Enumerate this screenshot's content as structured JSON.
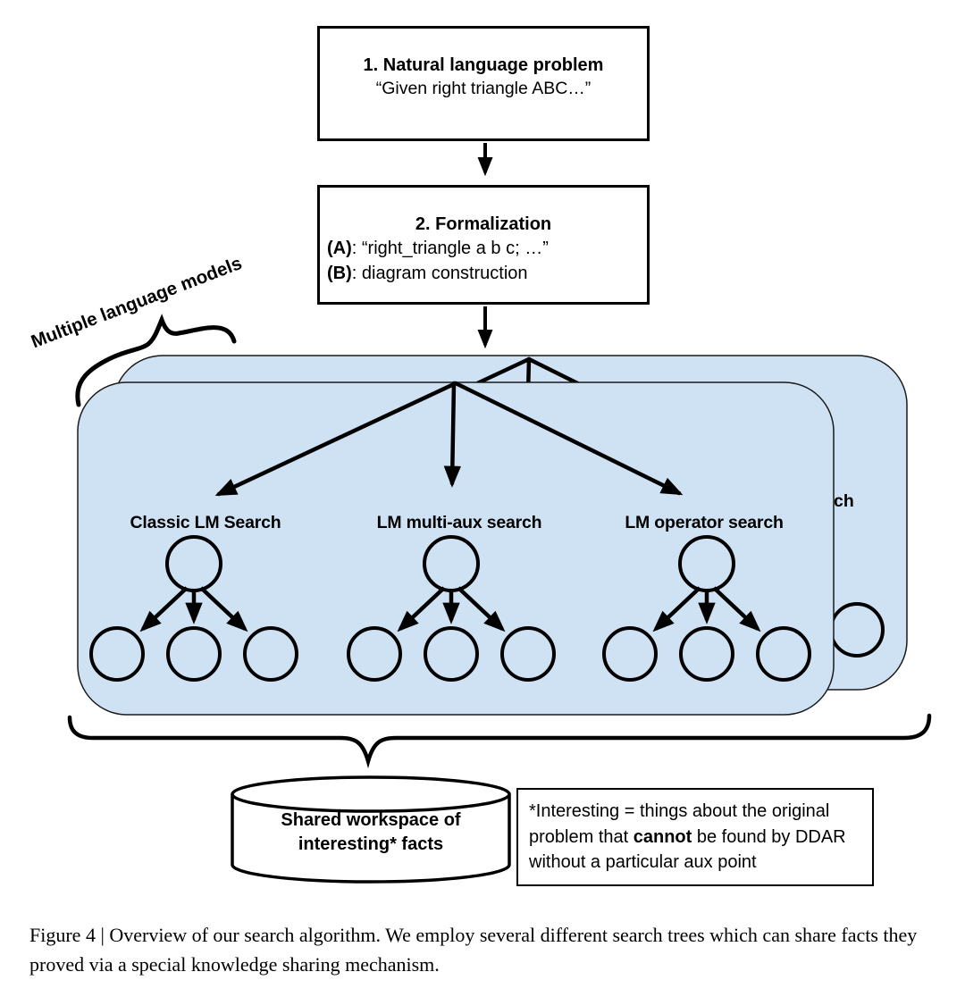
{
  "figure": {
    "step1": {
      "title": "1. Natural language problem",
      "quote": "“Given right triangle ABC…”"
    },
    "step2": {
      "title": "2. Formalization",
      "item_a_label": "(A)",
      "item_a_text": ": “right_triangle a b c; …”",
      "item_b_label": "(B)",
      "item_b_text": ": diagram construction"
    },
    "annotation": {
      "models_label": "Multiple language models"
    },
    "search_trees": [
      {
        "label": "Classic LM Search"
      },
      {
        "label": "LM multi-aux search"
      },
      {
        "label": "LM operator search"
      }
    ],
    "back_panel": {
      "partial_label": "ch"
    },
    "workspace": {
      "line1": "Shared workspace of",
      "line2": "interesting* facts"
    },
    "note": {
      "part1": "*Interesting = things about the original problem that ",
      "emphasis": "cannot",
      "part2": " be found by DDAR without a particular aux point"
    },
    "caption": "Figure 4 | Overview of our search algorithm. We employ several different search trees which can share facts they proved via a special knowledge sharing mechanism.",
    "colors": {
      "panel_fill": "#cfe2f3",
      "line": "#000000"
    }
  }
}
